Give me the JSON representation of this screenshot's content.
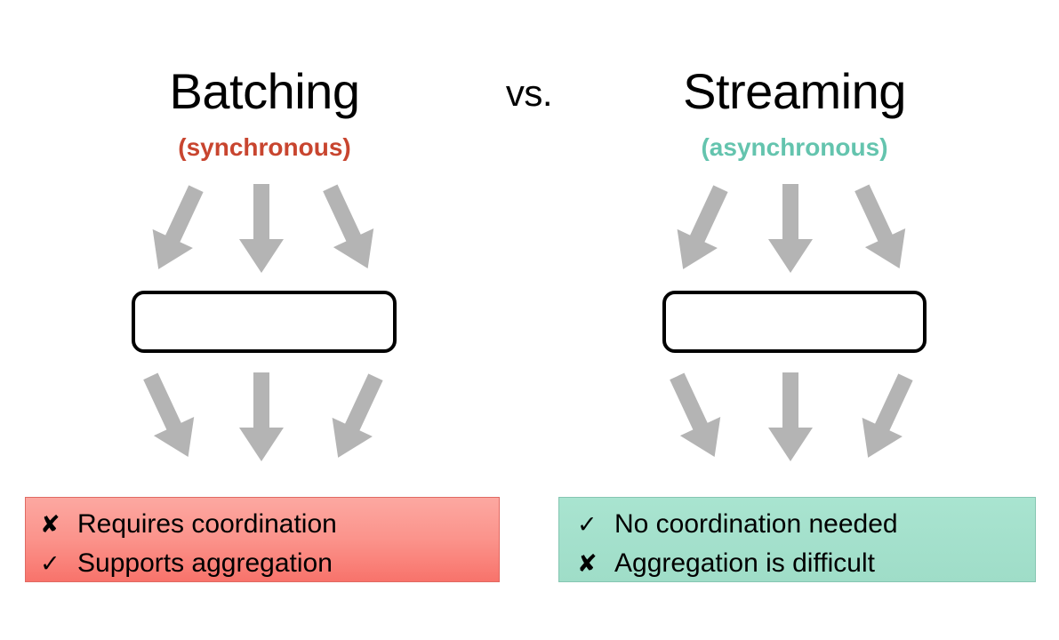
{
  "slide": {
    "background_color": "#FFFFFF",
    "separator_label": "vs."
  },
  "left_side": {
    "title": "Batching",
    "subtitle": "(synchronous)",
    "subtitle_color": "#C8452F",
    "process_box": {
      "label": "",
      "fill": "#FFFFFF",
      "border_color": "#000000"
    },
    "inbound_arrows": [
      {
        "name": "arrow-in-1",
        "direction": "down-right",
        "angle_deg": 25
      },
      {
        "name": "arrow-in-2",
        "direction": "down",
        "angle_deg": 0
      },
      {
        "name": "arrow-in-3",
        "direction": "down-left",
        "angle_deg": -25
      }
    ],
    "outbound_arrows": [
      {
        "name": "arrow-out-1",
        "direction": "down-left",
        "angle_deg": -25
      },
      {
        "name": "arrow-out-2",
        "direction": "down",
        "angle_deg": 0
      },
      {
        "name": "arrow-out-3",
        "direction": "down-right",
        "angle_deg": 25
      }
    ],
    "arrow_color": "#B4B4B4",
    "legend": {
      "background_top": "#FCA8A1",
      "background_bottom": "#F8736B",
      "border_color": "#E06A63",
      "items": [
        {
          "mark": "✘",
          "mark_name": "cross-icon",
          "text": "Requires coordination"
        },
        {
          "mark": "✓",
          "mark_name": "check-icon",
          "text": "Supports aggregation"
        }
      ]
    }
  },
  "right_side": {
    "title": "Streaming",
    "subtitle": "(asynchronous)",
    "subtitle_color": "#64C4AE",
    "process_box": {
      "label": "",
      "fill": "#FFFFFF",
      "border_color": "#000000"
    },
    "inbound_arrows": [
      {
        "name": "arrow-in-1",
        "direction": "down-right",
        "angle_deg": 25
      },
      {
        "name": "arrow-in-2",
        "direction": "down",
        "angle_deg": 0
      },
      {
        "name": "arrow-in-3",
        "direction": "down-left",
        "angle_deg": -25
      }
    ],
    "outbound_arrows": [
      {
        "name": "arrow-out-1",
        "direction": "down-left",
        "angle_deg": -25
      },
      {
        "name": "arrow-out-2",
        "direction": "down",
        "angle_deg": 0
      },
      {
        "name": "arrow-out-3",
        "direction": "down-right",
        "angle_deg": 25
      }
    ],
    "arrow_color": "#B4B4B4",
    "legend": {
      "background_top": "#A9E4D0",
      "background_bottom": "#9FDDC8",
      "border_color": "#86C6B2",
      "items": [
        {
          "mark": "✓",
          "mark_name": "check-icon",
          "text": "No coordination needed"
        },
        {
          "mark": "✘",
          "mark_name": "cross-icon",
          "text": "Aggregation is difficult"
        }
      ]
    }
  }
}
